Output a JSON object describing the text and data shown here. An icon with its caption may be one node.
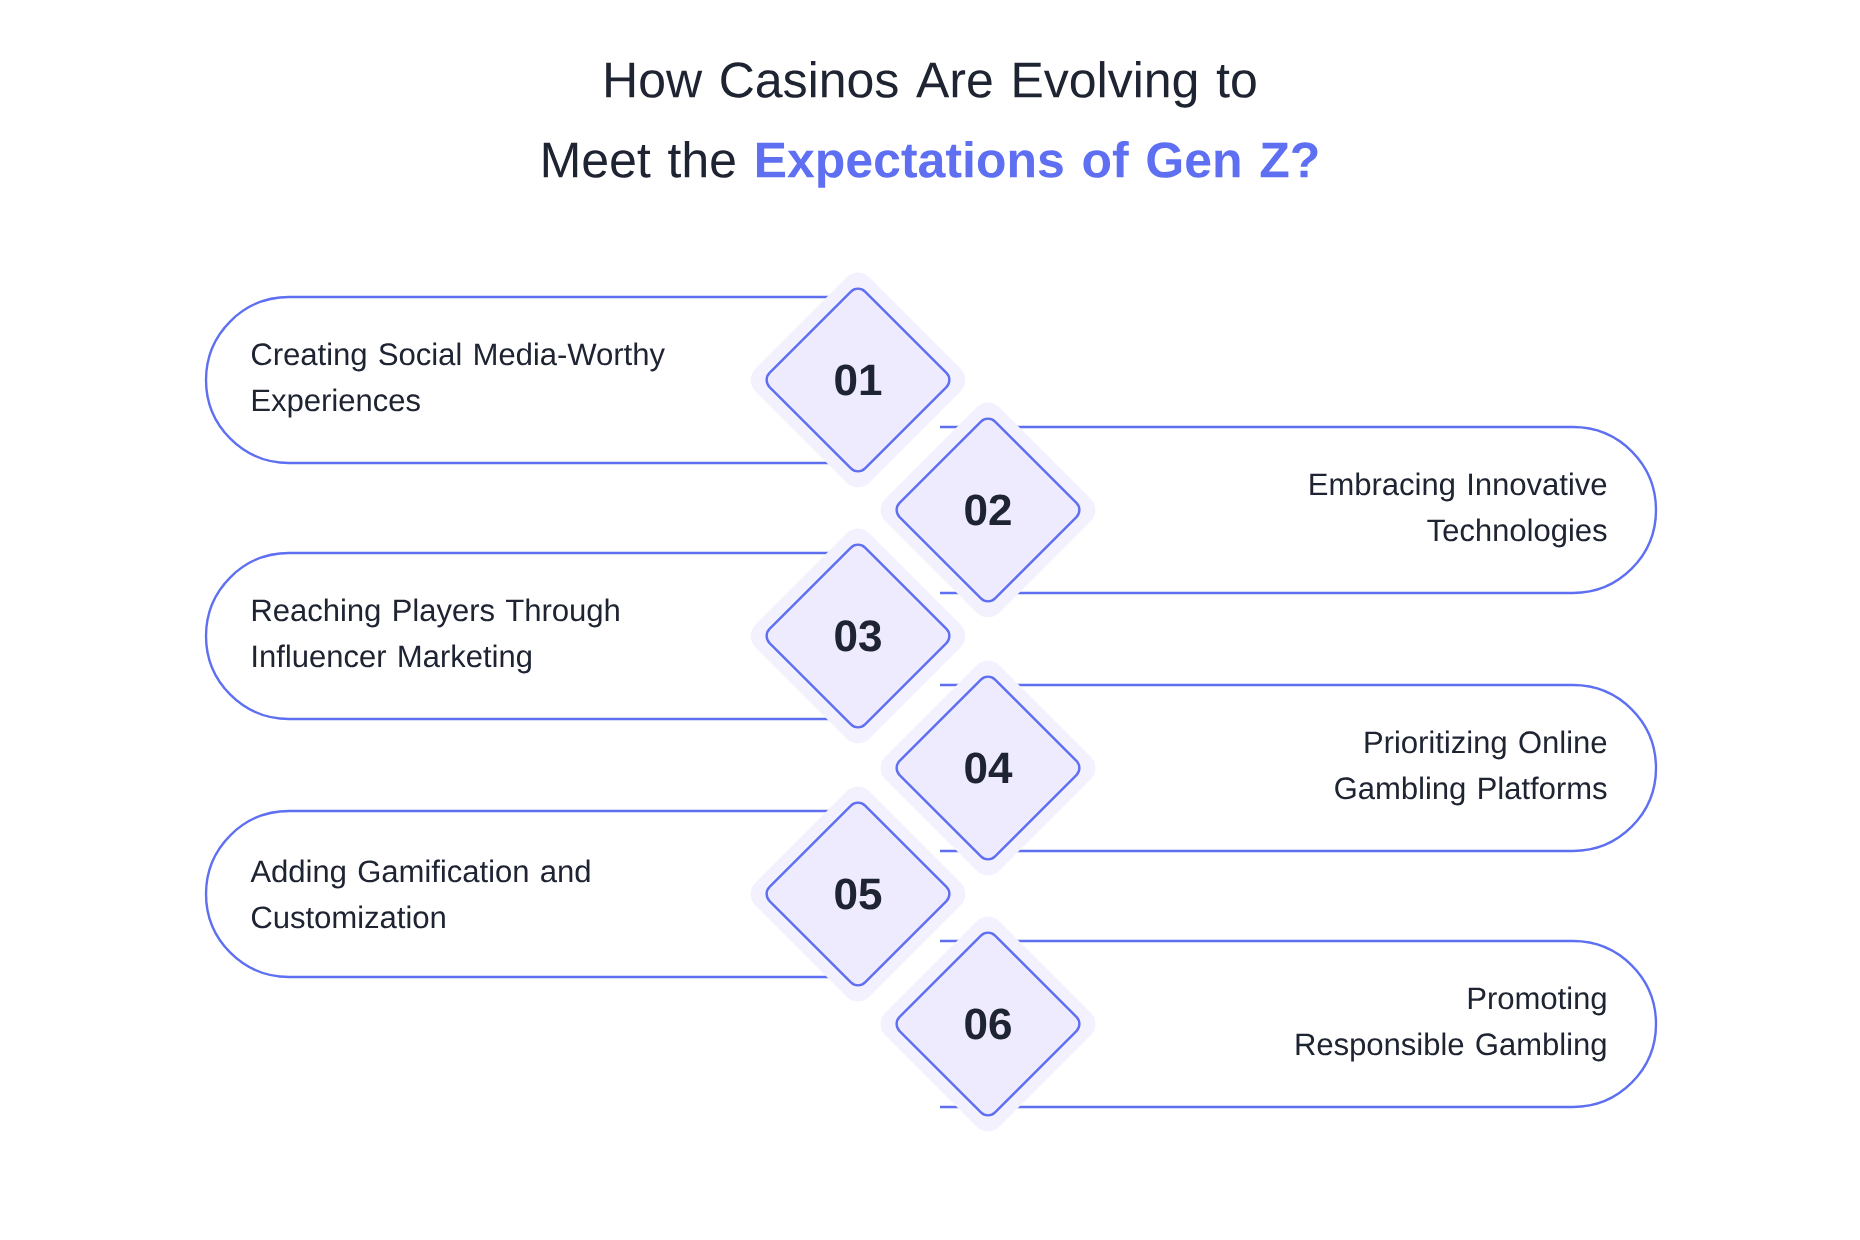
{
  "diagram": {
    "title": "How Casinos Are Evolving to Meet the **Expectations of Gen Z?**",
    "nodes": [
      {
        "text": [
          "Creating Social Media-Worthy Experiences"
        ]
      },
      {
        "text": [
          "01"
        ]
      },
      {
        "text": [
          "02"
        ]
      },
      {
        "text": [
          "Embracing Innovative Technologies"
        ]
      },
      {
        "text": [
          "Reaching Players Through Influencer Marketing"
        ]
      },
      {
        "text": [
          "03"
        ]
      },
      {
        "text": [
          "04"
        ]
      },
      {
        "text": [
          "Prioritizing Online Gambling Platforms"
        ]
      },
      {
        "text": [
          "Adding Gamification and Customization"
        ]
      },
      {
        "text": [
          "05"
        ]
      },
      {
        "text": [
          "06"
        ]
      },
      {
        "text": [
          "Promoting Responsible Gambling"
        ]
      }
    ]
  }
}
